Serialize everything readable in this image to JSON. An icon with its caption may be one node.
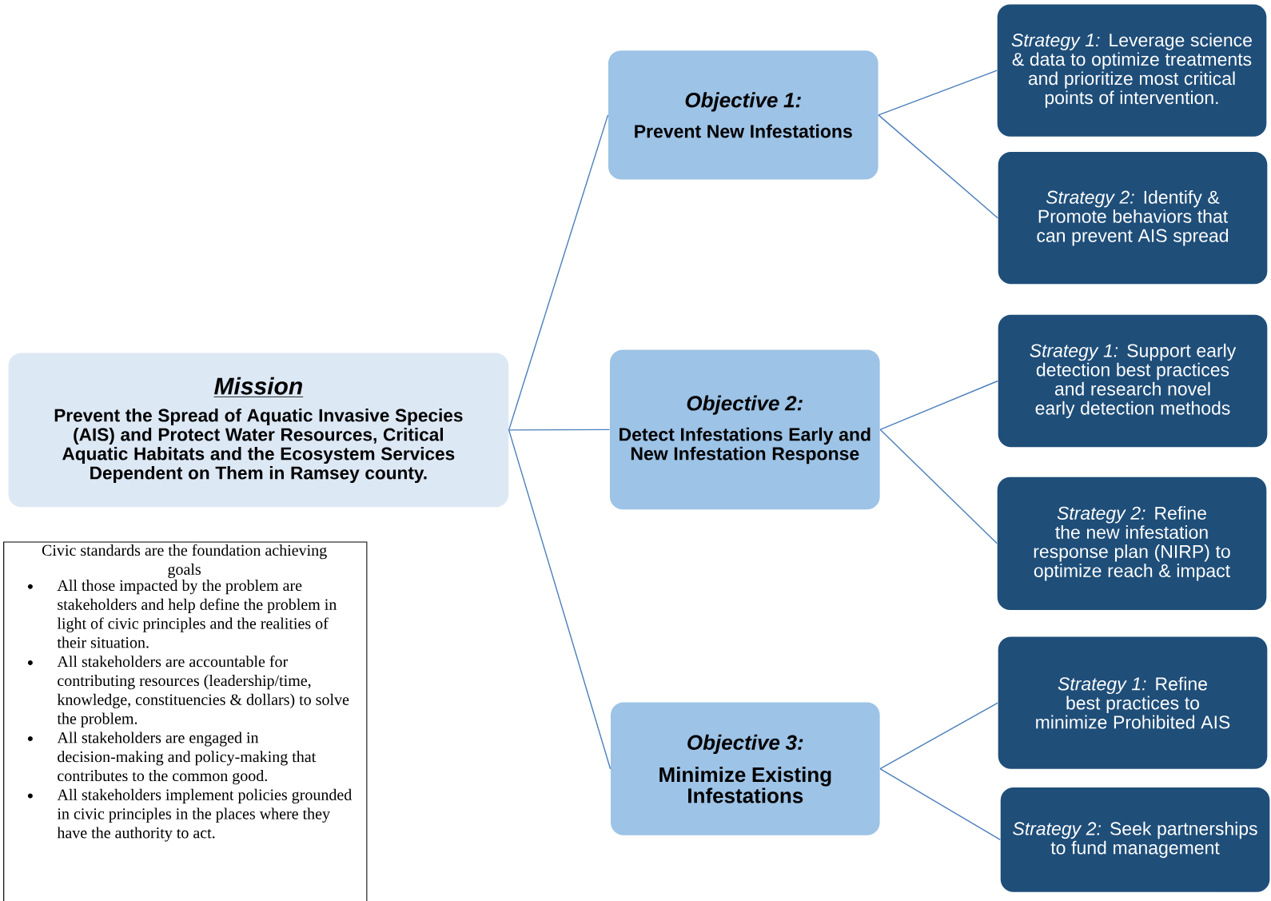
{
  "diagram": {
    "nodes": [
      {
        "text": [
          "Mission",
          "Prevent the Spread of Aquatic Invasive Species (AIS) and Protect Water Resources, Critical Aquatic Habitats and the Ecosystem Services Dependent on Them in Ramsey county."
        ]
      },
      {
        "text": [
          "Objective 1:",
          "Prevent New Infestations"
        ]
      },
      {
        "text": [
          "*Strategy 1:* Leverage science & data to optimize treatments and prioritize most critical points of intervention."
        ]
      },
      {
        "text": [
          "*Strategy 2:* Identify & Promote behaviors that can prevent AIS spread"
        ]
      },
      {
        "text": [
          "Objective 2:",
          "Detect Infestations Early and New Infestation Response"
        ]
      },
      {
        "text": [
          "*Strategy 1:* Support early detection best practices and research novel early detection methods"
        ]
      },
      {
        "text": [
          "*Strategy 2:* Refine the new infestation response plan (NIRP) to optimize reach & impact"
        ]
      },
      {
        "text": [
          "Objective 3:",
          "Minimize Existing Infestations"
        ]
      },
      {
        "text": [
          "*Strategy 1:* Refine best practices to minimize Prohibited AIS"
        ]
      },
      {
        "text": [
          "*Strategy 2:* Seek partnerships to fund management"
        ]
      },
      {
        "text": [
          "Civic standards are the foundation achieving goals",
          "All those impacted by the problem are stakeholders and help define the problem in light of civic principles and the realities of their situation.",
          "All stakeholders are accountable for contributing resources (leadership/time, knowledge, constituencies & dollars) to solve the problem.",
          "All stakeholders are engaged in decision-making and policy-making that contributes to the common good.",
          "All stakeholders implement policies grounded in civic principles in the places where they have the authority to act."
        ]
      }
    ],
    "edges": [
      {
        "from": 0,
        "to": 1,
        "arrow": "none"
      },
      {
        "from": 0,
        "to": 4,
        "arrow": "none"
      },
      {
        "from": 0,
        "to": 7,
        "arrow": "none"
      },
      {
        "from": 1,
        "to": 2,
        "arrow": "none"
      },
      {
        "from": 1,
        "to": 3,
        "arrow": "none"
      },
      {
        "from": 4,
        "to": 5,
        "arrow": "none"
      },
      {
        "from": 4,
        "to": 6,
        "arrow": "none"
      },
      {
        "from": 7,
        "to": 8,
        "arrow": "none"
      },
      {
        "from": 7,
        "to": 9,
        "arrow": "none"
      }
    ]
  }
}
